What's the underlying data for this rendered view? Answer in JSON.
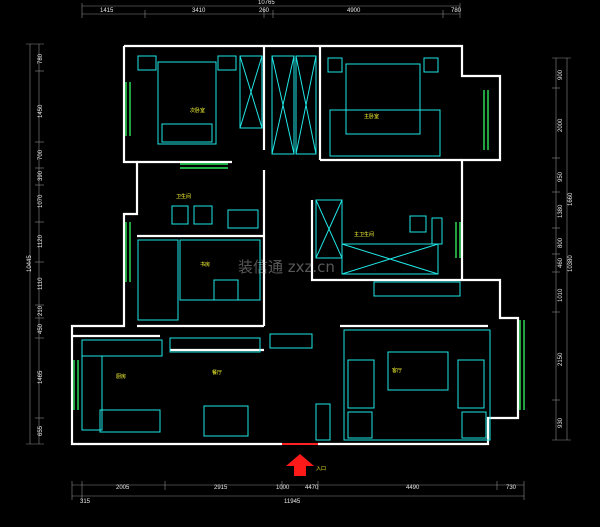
{
  "dims_top": [
    "1415",
    "3410",
    "260",
    "4900",
    "780"
  ],
  "dim_top_total": "10765",
  "dims_bottom": [
    "2005",
    "2915",
    "1000",
    "4470",
    "4490",
    "730"
  ],
  "dim_bottom_start": "315",
  "dim_bottom_total": "11945",
  "dims_left": [
    "780",
    "1450",
    "700",
    "390",
    "1070",
    "1120",
    "1110",
    "210",
    "450",
    "1465",
    "655"
  ],
  "dim_left_total": "10445",
  "dims_right": [
    "900",
    "2000",
    "950",
    "1380",
    "800",
    "460",
    "1010",
    "2150",
    "930"
  ],
  "dims_right_total": [
    "1660",
    "10380"
  ],
  "rooms": {
    "bedroom2": "次卧室",
    "bath_public": "卫生间",
    "master_bedroom": "主卧室",
    "master_bath": "主卫生间",
    "study": "书房",
    "kitchen": "厨房",
    "dining": "餐厅",
    "living": "客厅"
  },
  "watermark": "装信通 zxz.cn",
  "entry_label": "入口"
}
